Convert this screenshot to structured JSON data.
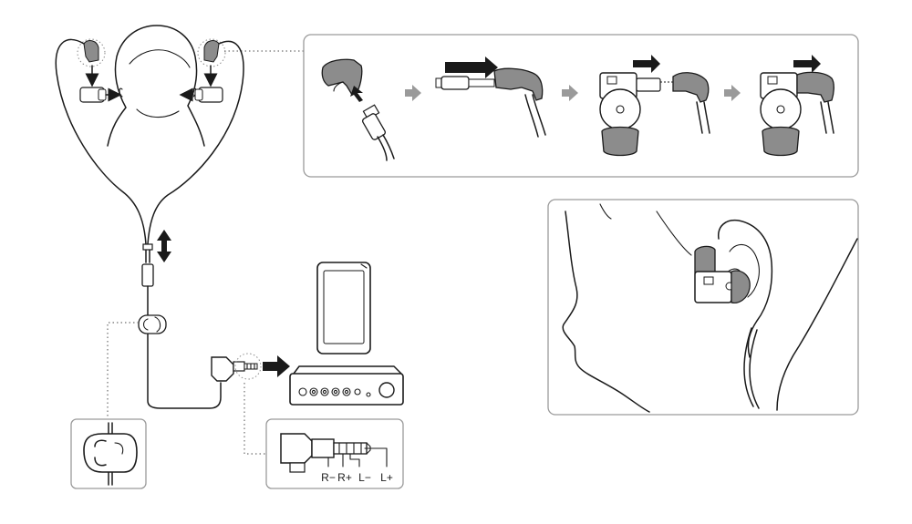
{
  "colors": {
    "line": "#1a1a1a",
    "panel_border": "#9a9a9a",
    "housing_gray": "#8c8c8c",
    "step_arrow": "#9a9a9a"
  },
  "plug_pinout": {
    "pins": [
      "R−",
      "R+",
      "L−",
      "L+"
    ]
  },
  "icons": [
    "double-arrow-icon",
    "step-arrow-icon",
    "push-arrow-icon",
    "connect-arrow-icon"
  ]
}
